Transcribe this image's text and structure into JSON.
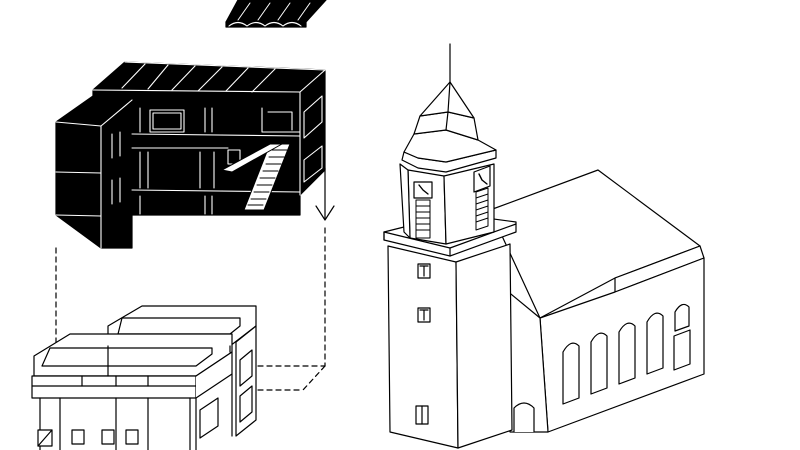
{
  "diagram": {
    "type": "axonometric-line-drawing",
    "colors": {
      "background": "#ffffff",
      "ink": "#000000",
      "paper": "#ffffff"
    },
    "parts": [
      {
        "name": "roof-cap-module",
        "fill": "solid-black"
      },
      {
        "name": "insert-volume",
        "fill": "solid-black"
      },
      {
        "name": "move-arrow",
        "style": "line"
      },
      {
        "name": "dashed-guide-lines",
        "style": "dashed"
      },
      {
        "name": "open-frame-structure",
        "fill": "outline"
      },
      {
        "name": "church",
        "fill": "outline"
      }
    ]
  }
}
